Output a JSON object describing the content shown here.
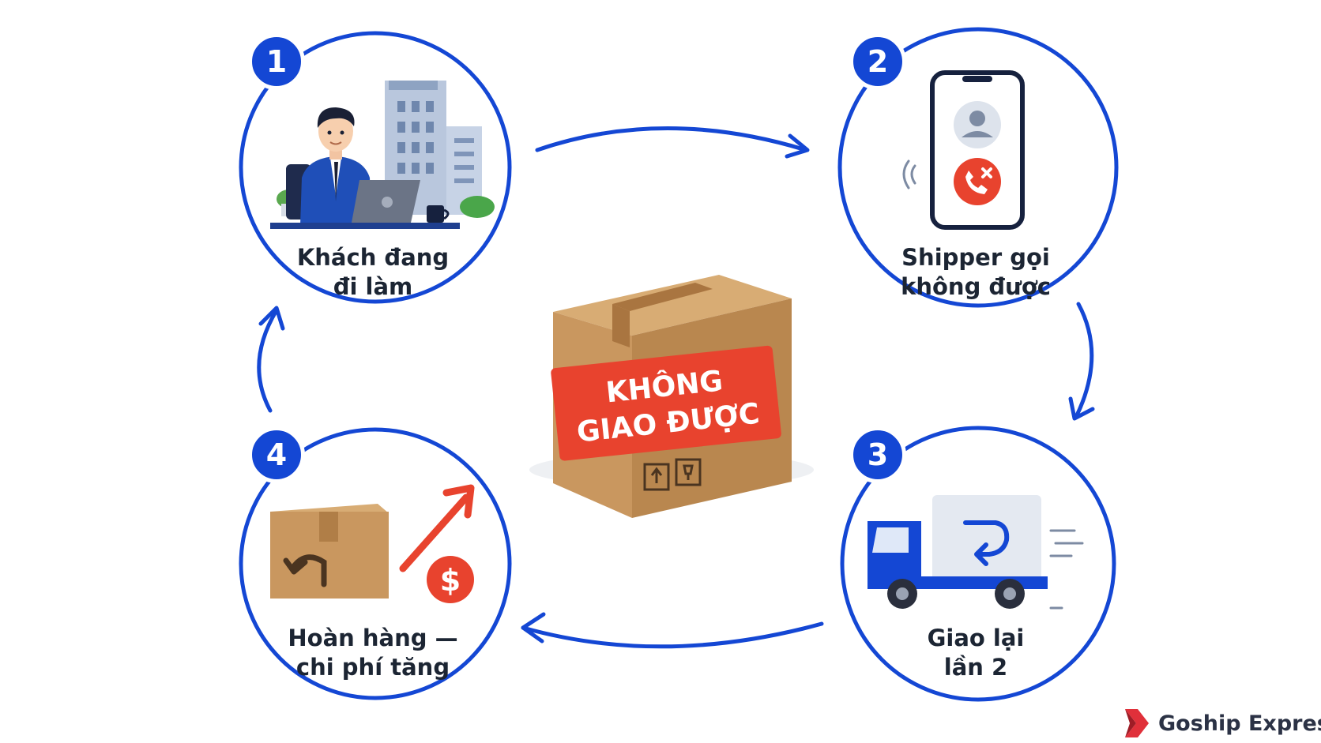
{
  "center": {
    "stamp_line1": "KHÔNG",
    "stamp_line2": "GIAO ĐƯỢC"
  },
  "steps": [
    {
      "number": "1",
      "line1": "Khách đang",
      "line2": "đi làm",
      "icon": "office-worker-icon"
    },
    {
      "number": "2",
      "line1": "Shipper gọi",
      "line2": "không được",
      "icon": "missed-call-phone-icon"
    },
    {
      "number": "3",
      "line1": "Giao lại",
      "line2": "lần 2",
      "icon": "redelivery-truck-icon"
    },
    {
      "number": "4",
      "line1": "Hoàn hàng —",
      "line2": "chi phí tăng",
      "icon": "return-package-cost-icon"
    }
  ],
  "brand": {
    "name": "Goship Express",
    "icon": "chevron-logo-icon"
  },
  "colors": {
    "accent_blue": "#1447d4",
    "stamp_red": "#e8432e",
    "box_brown": "#c9975f",
    "text_dark": "#1c2533"
  }
}
